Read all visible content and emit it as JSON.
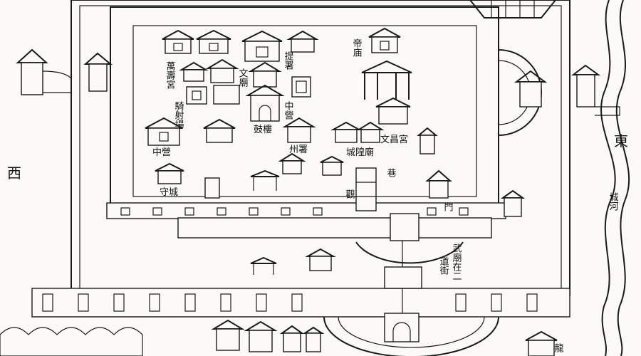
{
  "map": {
    "labels": {
      "west": "西",
      "east": "東",
      "moat": "城河",
      "dragon": "龍",
      "emperor_temple": "帝庙",
      "tidu_shu": "提署",
      "wenmiao": "文廟",
      "wanshou_gong": "萬壽宮",
      "qijiang_chang": "騎射場",
      "zhongying_top": "中營",
      "gulou": "鼓樓",
      "zhouzhu": "州署",
      "wenchang_gong": "文昌宮",
      "chenghuang_miao": "城隍廟",
      "zhongying": "中營",
      "shoucheng": "守城",
      "wumiao": "武廟在二",
      "xiang": "巷",
      "guan": "觀",
      "men": "門",
      "daolu": "道街"
    },
    "ink_color": "#1a1a1a",
    "paper_color": "#fbfaf6"
  }
}
